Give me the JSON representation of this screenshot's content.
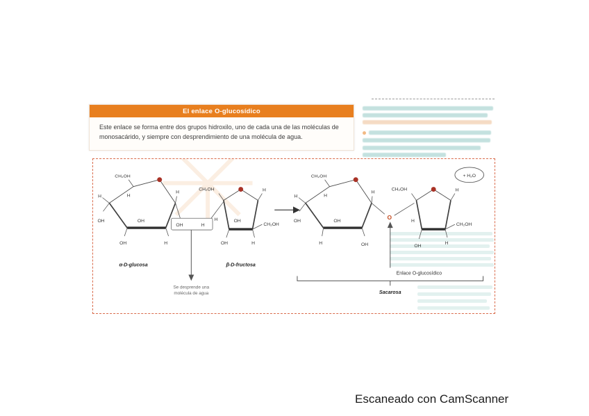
{
  "section": {
    "title": "El enlace O-glucosídico",
    "paragraph": "Este enlace se forma entre dos grupos hidroxilo, uno de cada una de las moléculas de monosacárido, y siempre con desprendimiento de una molécula de agua."
  },
  "diagram": {
    "reactant1": "α-D-glucosa",
    "reactant2": "β-D-fructosa",
    "product": "Sacarosa",
    "bond_label": "Enlace O-glucosídico",
    "water_note_line1": "Se desprende una",
    "water_note_line2": "molécula de agua",
    "water_product": "+ H₂O",
    "atoms": {
      "ch2oh": "CH₂OH",
      "oh": "OH",
      "h": "H",
      "o": "O"
    },
    "colors": {
      "oxygen_dot": "#a93226",
      "linking_oxygen": "#c44a1f",
      "dashed_border": "#d96a4a",
      "header_orange": "#e87f1f"
    }
  },
  "watermark": "Escaneado con CamScanner"
}
